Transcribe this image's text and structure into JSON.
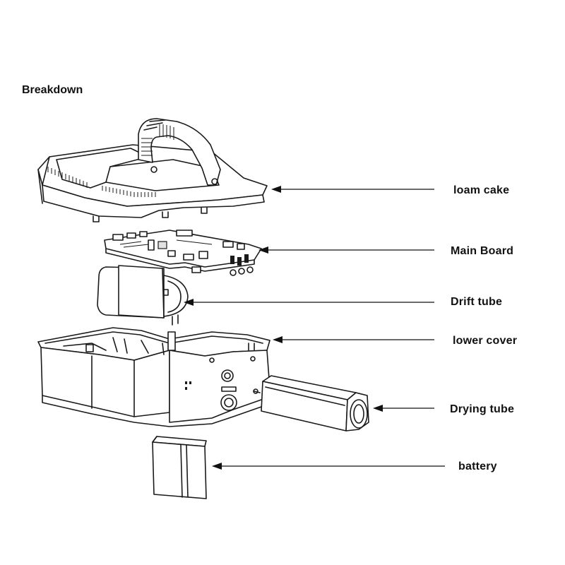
{
  "heading": "Breakdown",
  "parts": [
    {
      "id": "loam-cake",
      "label": "loam cake"
    },
    {
      "id": "main-board",
      "label": "Main Board"
    },
    {
      "id": "drift-tube",
      "label": "Drift tube"
    },
    {
      "id": "lower-cover",
      "label": "lower cover"
    },
    {
      "id": "drying-tube",
      "label": "Drying tube"
    },
    {
      "id": "battery",
      "label": "battery"
    }
  ],
  "colors": {
    "line": "#1a1a1a",
    "background": "#ffffff",
    "shade": "#e2e2e2"
  }
}
